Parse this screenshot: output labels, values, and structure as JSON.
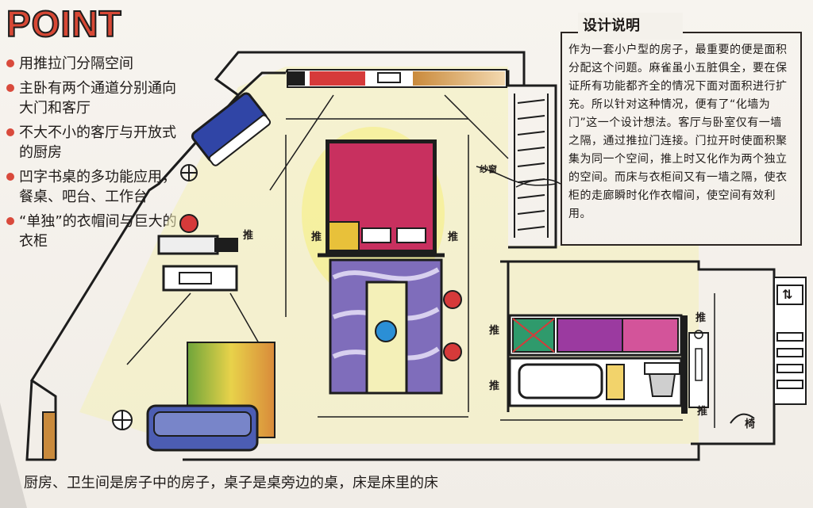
{
  "header": {
    "title": "POINT"
  },
  "points": [
    "用推拉门分隔空间",
    "主卧有两个通道分别通向大门和客厅",
    "不大不小的客厅与开放式的厨房",
    "凹字书桌的多功能应用，餐桌、吧台、工作台",
    "“单独”的衣帽间与巨大的衣柜"
  ],
  "description": {
    "title": "设计说明",
    "text": "作为一套小户型的房子，最重要的便是面积分配这个问题。麻雀虽小五脏俱全，要在保证所有功能都齐全的情况下面对面积进行扩充。所以针对这种情况，便有了“化墙为门”这一个设计想法。客厅与卧室仅有一墙之隔，通过推拉门连接。门拉开时使面积聚集为同一个空间，推上时又化作为两个独立的空间。而床与衣柜间又有一墙之隔，使衣柜的走廊瞬时化作衣帽间，使空间有效利用。"
  },
  "plan_labels": {
    "push_left": "推",
    "push_mid": "推",
    "push_right": "推",
    "push_bath_top": "推",
    "push_bath_bottom": "推",
    "push_closet_top": "推",
    "push_closet_bottom": "推",
    "curtain": "纱窗",
    "chair": "椅",
    "stairs_symbol": "⇅"
  },
  "caption": "厨房、卫生间是房子中的房子，桌子是桌旁边的桌，床是床里的床",
  "colors": {
    "accent_red": "#d74835",
    "bed_pink": "#c8305f",
    "sofa_blue": "#3045a6",
    "wall_black": "#1d1d1d",
    "floor_yellow": "#f2ed9c",
    "marble_purple": "#6d5aa8"
  }
}
